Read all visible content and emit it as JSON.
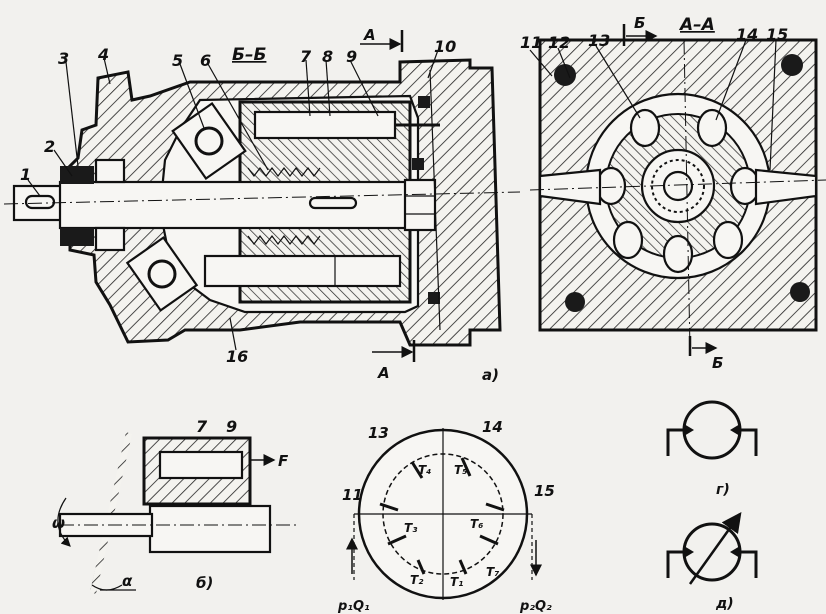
{
  "labels": {
    "n1": "1",
    "n2": "2",
    "n3": "3",
    "n4": "4",
    "n5": "5",
    "n6": "6",
    "n7": "7",
    "n8": "8",
    "n9": "9",
    "n10": "10",
    "n11": "11",
    "n12": "12",
    "n13": "13",
    "n14": "14",
    "n15": "15",
    "n16": "16",
    "section_bb": "Б–Б",
    "section_aa": "А–А",
    "cut_a_top": "А",
    "cut_a_bottom": "А",
    "cut_b_top": "Б",
    "cut_b_bottom": "Б",
    "view_a": "а)",
    "view_b": "б)",
    "view_g": "г)",
    "view_d": "д)",
    "det_7": "7",
    "det_9": "9",
    "force_f": "F",
    "alpha": "α",
    "omega": "ω",
    "c_13": "13",
    "c_14": "14",
    "c_11": "11",
    "c_15": "15",
    "t1": "Т₁",
    "t2": "Т₂",
    "t3": "Т₃",
    "t4": "Т₄",
    "t5": "Т₅",
    "t6": "Т₆",
    "t7": "Т₇",
    "port_left": "p₁Q₁",
    "port_right": "p₂Q₂"
  }
}
